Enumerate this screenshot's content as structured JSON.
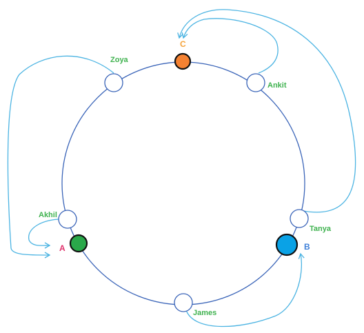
{
  "diagram": {
    "ring_color": "#3a64b8",
    "arrow_color": "#4ab3e2",
    "nodes": [
      {
        "key": "zoya",
        "label": "Zoya",
        "color": "#3fb24f",
        "fill": "#ffffff"
      },
      {
        "key": "c",
        "label": "C",
        "color": "#f5a33a",
        "fill": "#f58232"
      },
      {
        "key": "ankit",
        "label": "Ankit",
        "color": "#3fb24f",
        "fill": "#ffffff"
      },
      {
        "key": "akhil",
        "label": "Akhil",
        "color": "#3fb24f",
        "fill": "#ffffff"
      },
      {
        "key": "a",
        "label": "A",
        "color": "#e0306b",
        "fill": "#2aa84a"
      },
      {
        "key": "tanya",
        "label": "Tanya",
        "color": "#3fb24f",
        "fill": "#ffffff"
      },
      {
        "key": "b",
        "label": "B",
        "color": "#3d7fd8",
        "fill": "#0aa2e6"
      },
      {
        "key": "james",
        "label": "James",
        "color": "#3fb24f",
        "fill": "#ffffff"
      }
    ]
  }
}
